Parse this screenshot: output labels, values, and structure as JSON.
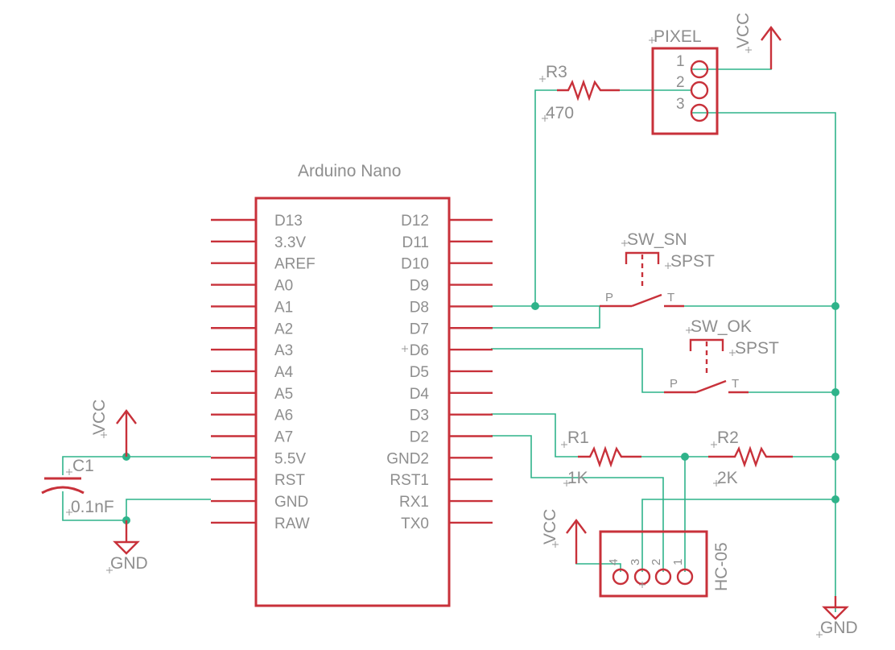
{
  "arduino": {
    "title": "Arduino Nano",
    "left_pins": [
      "D13",
      "3.3V",
      "AREF",
      "A0",
      "A1",
      "A2",
      "A3",
      "A4",
      "A5",
      "A6",
      "A7",
      "5.5V",
      "RST",
      "GND",
      "RAW"
    ],
    "right_pins": [
      "D12",
      "D11",
      "D10",
      "D9",
      "D8",
      "D7",
      "D6",
      "D5",
      "D4",
      "D3",
      "D2",
      "GND2",
      "RST1",
      "RX1",
      "TX0"
    ]
  },
  "pixel": {
    "name": "PIXEL",
    "pins": [
      "1",
      "2",
      "3"
    ]
  },
  "r3": {
    "name": "R3",
    "value": "470"
  },
  "r1": {
    "name": "R1",
    "value": "1K"
  },
  "r2": {
    "name": "R2",
    "value": "2K"
  },
  "c1": {
    "name": "C1",
    "value": "0.1nF"
  },
  "sw_sn": {
    "name": "SW_SN",
    "type": "SPST",
    "p": "P",
    "t": "T"
  },
  "sw_ok": {
    "name": "SW_OK",
    "type": "SPST",
    "p": "P",
    "t": "T"
  },
  "hc05": {
    "name": "HC-05",
    "pins": [
      "4",
      "3",
      "2",
      "1"
    ]
  },
  "power": {
    "vcc_top": "VCC",
    "vcc_left": "VCC",
    "vcc_hc": "VCC",
    "gnd_left": "GND",
    "gnd_right": "GND"
  }
}
